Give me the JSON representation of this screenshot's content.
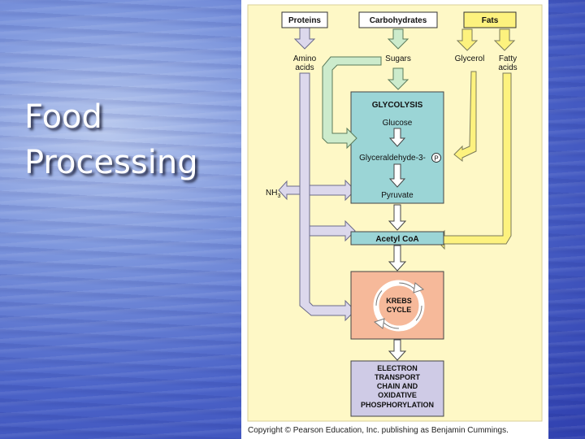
{
  "slide": {
    "title_lines": [
      "Food",
      "Processing"
    ]
  },
  "diagram": {
    "inputs": {
      "proteins": "Proteins",
      "carbohydrates": "Carbohydrates",
      "fats": "Fats"
    },
    "products": {
      "amino_acids": [
        "Amino",
        "acids"
      ],
      "sugars": "Sugars",
      "glycerol": "Glycerol",
      "fatty_acids": [
        "Fatty",
        "acids"
      ]
    },
    "glycolysis": {
      "title": "GLYCOLYSIS",
      "glucose": "Glucose",
      "g3p": "Glyceraldehyde-3-",
      "phosphate": "P",
      "pyruvate": "Pyruvate"
    },
    "ammonia": "NH",
    "ammonia_sub": "3",
    "acetyl": "Acetyl CoA",
    "krebs": [
      "KREBS",
      "CYCLE"
    ],
    "etc": [
      "ELECTRON",
      "TRANSPORT",
      "CHAIN AND",
      "OXIDATIVE",
      "PHOSPHORYLATION"
    ],
    "copyright": "Copyright © Pearson Education, Inc. publishing as Benjamin Cummings."
  },
  "colors": {
    "background": "#fef8c6",
    "protein_arrow": "#dcd8ec",
    "sugar_arrow": "#ccebcc",
    "fat_arrow": "#fdf27e",
    "glycolysis_box": "#9bd5d6",
    "krebs_box": "#f6b99a",
    "etc_box": "#cfcbe6"
  }
}
